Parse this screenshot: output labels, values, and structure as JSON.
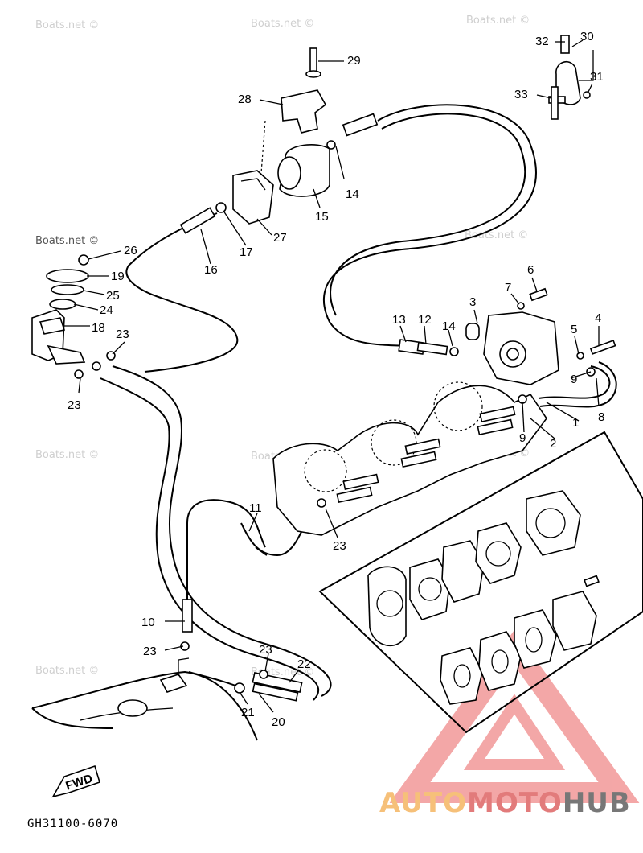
{
  "watermark": "Boats.net ©",
  "diagram_code": "GH31100-6070",
  "fwd_label": "FWD",
  "brand": {
    "part1": "AUTO",
    "part2": "MOTO",
    "part3": "HUB"
  },
  "callouts": [
    {
      "id": "c1",
      "text": "1"
    },
    {
      "id": "c2",
      "text": "2"
    },
    {
      "id": "c3",
      "text": "3"
    },
    {
      "id": "c4",
      "text": "4"
    },
    {
      "id": "c5",
      "text": "5"
    },
    {
      "id": "c6",
      "text": "6"
    },
    {
      "id": "c7",
      "text": "7"
    },
    {
      "id": "c8",
      "text": "8"
    },
    {
      "id": "c9a",
      "text": "9"
    },
    {
      "id": "c9b",
      "text": "9"
    },
    {
      "id": "c10",
      "text": "10"
    },
    {
      "id": "c11",
      "text": "11"
    },
    {
      "id": "c12",
      "text": "12"
    },
    {
      "id": "c13",
      "text": "13"
    },
    {
      "id": "c14a",
      "text": "14"
    },
    {
      "id": "c14b",
      "text": "14"
    },
    {
      "id": "c15",
      "text": "15"
    },
    {
      "id": "c16",
      "text": "16"
    },
    {
      "id": "c17",
      "text": "17"
    },
    {
      "id": "c18",
      "text": "18"
    },
    {
      "id": "c19",
      "text": "19"
    },
    {
      "id": "c20",
      "text": "20"
    },
    {
      "id": "c21",
      "text": "21"
    },
    {
      "id": "c22",
      "text": "22"
    },
    {
      "id": "c23a",
      "text": "23"
    },
    {
      "id": "c23b",
      "text": "23"
    },
    {
      "id": "c23c",
      "text": "23"
    },
    {
      "id": "c23d",
      "text": "23"
    },
    {
      "id": "c23e",
      "text": "23"
    },
    {
      "id": "c24",
      "text": "24"
    },
    {
      "id": "c25",
      "text": "25"
    },
    {
      "id": "c26",
      "text": "26"
    },
    {
      "id": "c27",
      "text": "27"
    },
    {
      "id": "c28",
      "text": "28"
    },
    {
      "id": "c29",
      "text": "29"
    },
    {
      "id": "c30",
      "text": "30"
    },
    {
      "id": "c31",
      "text": "31"
    },
    {
      "id": "c32",
      "text": "32"
    },
    {
      "id": "c33",
      "text": "33"
    }
  ]
}
